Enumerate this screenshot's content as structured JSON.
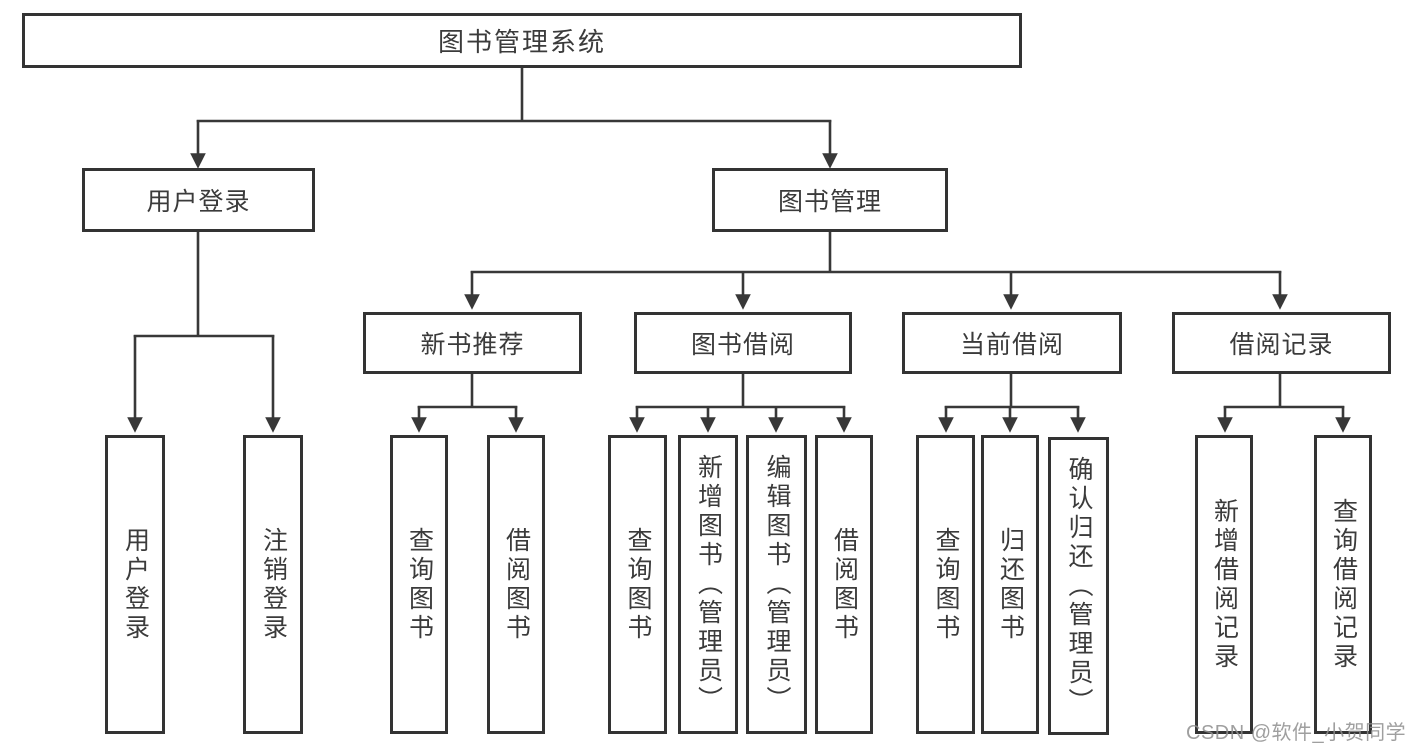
{
  "nodes": {
    "root": "图书管理系统",
    "user_login": "用户登录",
    "book_mgmt": "图书管理",
    "new_book": "新书推荐",
    "book_borrow": "图书借阅",
    "current_borrow": "当前借阅",
    "borrow_records": "借阅记录",
    "leaf_user_login": "用户登录",
    "leaf_logout": "注销登录",
    "leaf_nb_query": "查询图书",
    "leaf_nb_borrow": "借阅图书",
    "leaf_bb_query": "查询图书",
    "leaf_bb_add": "新增图书（管理员）",
    "leaf_bb_edit": "编辑图书（管理员）",
    "leaf_bb_borrow": "借阅图书",
    "leaf_cb_query": "查询图书",
    "leaf_cb_return": "归还图书",
    "leaf_cb_confirm": "确认归还（管理员）",
    "leaf_br_add": "新增借阅记录",
    "leaf_br_query": "查询借阅记录"
  },
  "watermark": "CSDN @软件_小贺同学",
  "colors": {
    "line": "#383838",
    "border": "#333333",
    "text": "#3b3b3b",
    "watermark": "#8f8f8f",
    "background": "#ffffff"
  }
}
